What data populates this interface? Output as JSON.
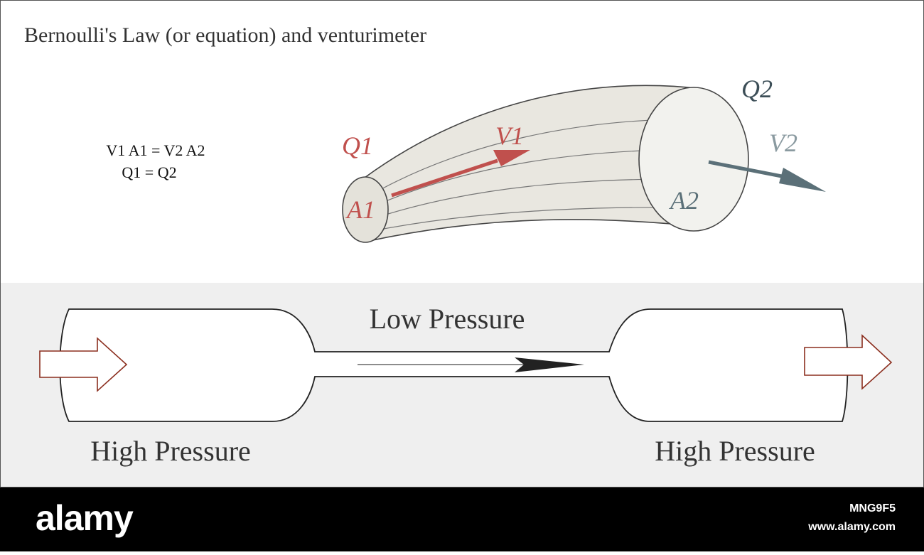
{
  "title": "Bernoulli's Law (or equation) and venturimeter",
  "equations": {
    "line1": "V1 A1 = V2 A2",
    "line2": "Q1 = Q2"
  },
  "pipe_labels": {
    "q1": "Q1",
    "v1": "V1",
    "a1": "A1",
    "q2": "Q2",
    "v2": "V2",
    "a2": "A2"
  },
  "venturi": {
    "low_pressure": "Low Pressure",
    "high_pressure_left": "High Pressure",
    "high_pressure_right": "High Pressure"
  },
  "footer": {
    "brand": "alamy",
    "image_id": "MNG9F5",
    "site": "www.alamy.com"
  },
  "colors": {
    "background_top": "#ffffff",
    "background_bottom": "#efefef",
    "footer": "#000000",
    "pipe_fill": "#e9e7e0",
    "end_cap_fill": "#f2f2ee",
    "inlet_red": "#c0504d",
    "outlet_slate": "#5b7078",
    "hollow_arrow_stroke": "#8b2e1e"
  }
}
